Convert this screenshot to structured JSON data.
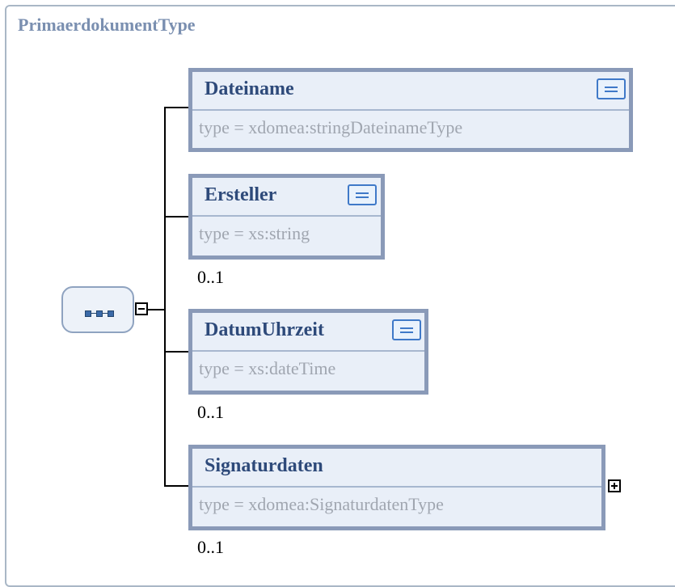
{
  "diagram": {
    "type_name": "PrimaerdokumentType",
    "compositor": "sequence",
    "elements": [
      {
        "name": "Dateiname",
        "type": "type  =  xdomea:stringDateinameType",
        "occurrence": "",
        "icon": "documentation-icon"
      },
      {
        "name": "Ersteller",
        "type": "type  =  xs:string",
        "occurrence": "0..1",
        "icon": "documentation-icon"
      },
      {
        "name": "DatumUhrzeit",
        "type": "type  =  xs:dateTime",
        "occurrence": "0..1",
        "icon": "documentation-icon"
      },
      {
        "name": "Signaturdaten",
        "type": "type  =  xdomea:SignaturdatenType",
        "occurrence": "0..1",
        "icon": "expand-icon"
      }
    ]
  }
}
